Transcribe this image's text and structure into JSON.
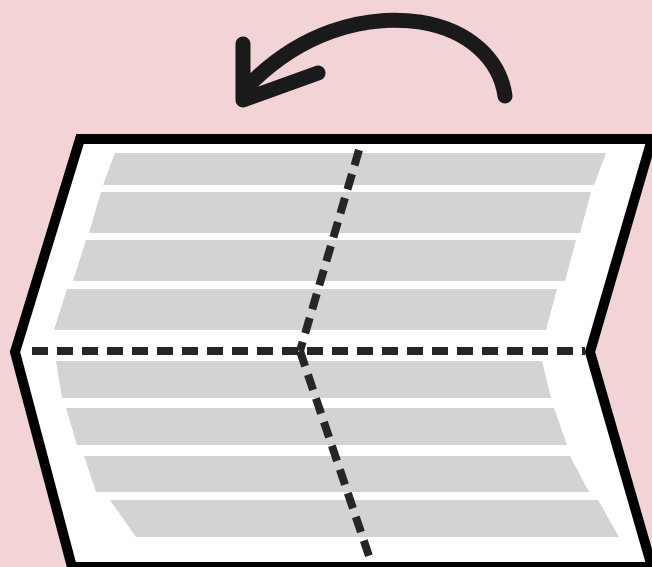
{
  "diagram": {
    "kind": "fold-instruction",
    "colors": {
      "background": "#f2d4d6",
      "paper": "#ffffff",
      "outline": "#000000",
      "stripe": "#d3d3d5",
      "fold_line": "#262626",
      "arrow": "#1a1a1a"
    },
    "icons": {
      "arrow": "curved-arrow-left-icon",
      "fold": "dashed-fold-line"
    },
    "stripes_upper_count": 4,
    "stripes_lower_count": 4
  }
}
